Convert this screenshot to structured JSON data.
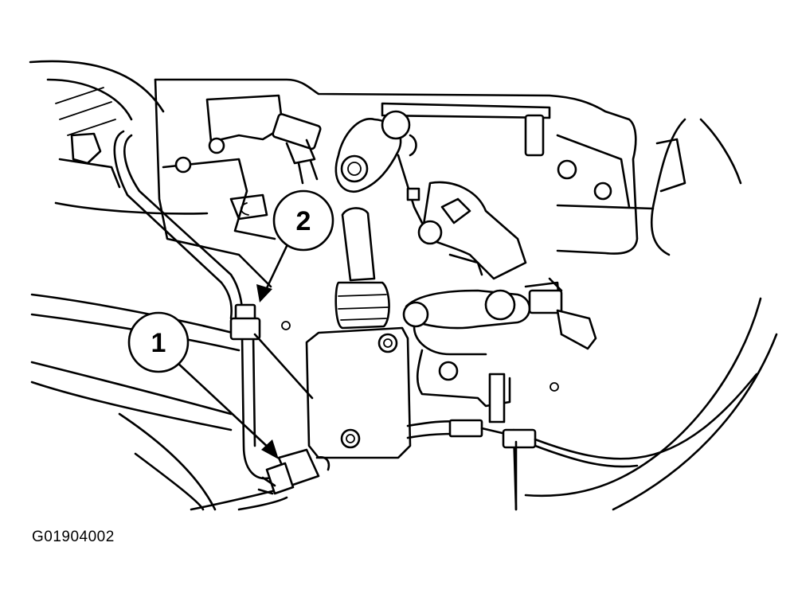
{
  "callouts": [
    {
      "label": "1"
    },
    {
      "label": "2"
    }
  ],
  "figure_code": "G01904002"
}
